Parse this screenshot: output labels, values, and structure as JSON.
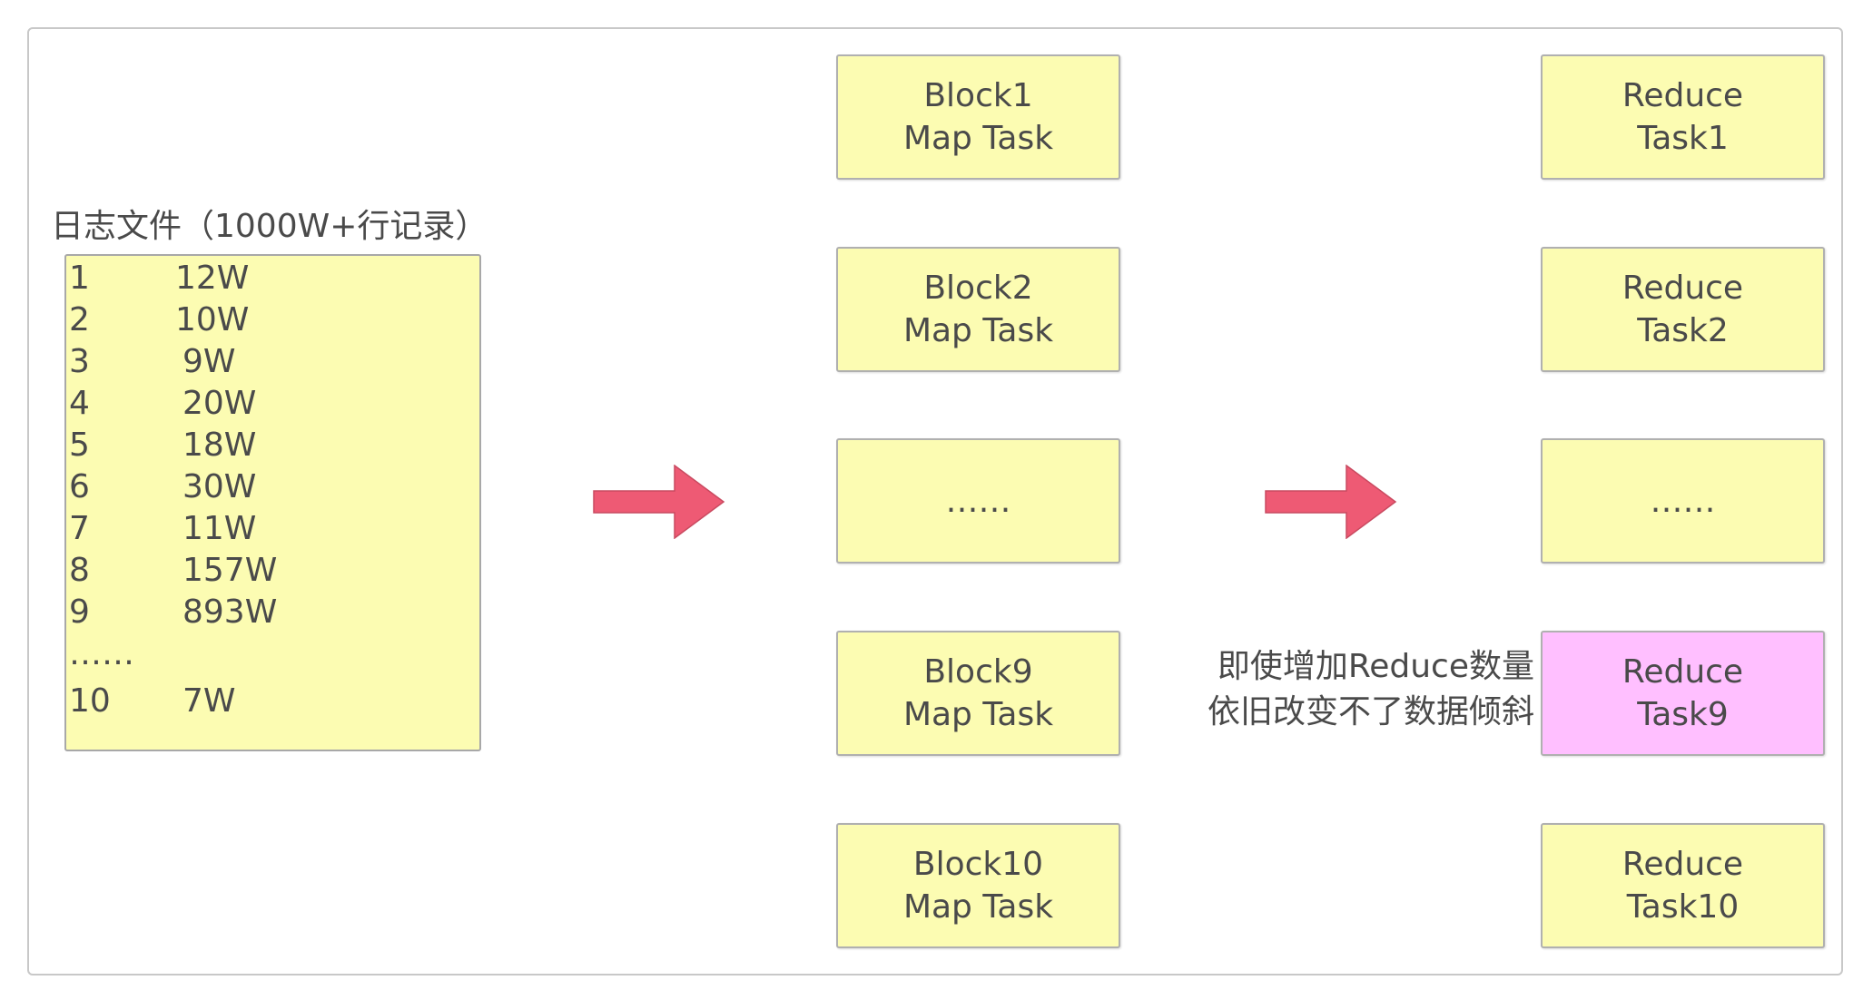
{
  "colors": {
    "block_fill": "#fcfcb2",
    "highlight_fill": "#ffbfff",
    "arrow": "#ee5a74",
    "border": "#b0b0b0"
  },
  "log_file": {
    "title": "日志文件（1000W+行记录）",
    "rows": [
      {
        "id": "1",
        "count": "12W"
      },
      {
        "id": "2",
        "count": "10W"
      },
      {
        "id": "3",
        "count": "9W"
      },
      {
        "id": "4",
        "count": "20W"
      },
      {
        "id": "5",
        "count": "18W"
      },
      {
        "id": "6",
        "count": "30W"
      },
      {
        "id": "7",
        "count": "11W"
      },
      {
        "id": "8",
        "count": "157W"
      },
      {
        "id": "9",
        "count": "893W"
      },
      {
        "id": "……",
        "count": ""
      },
      {
        "id": "10",
        "count": "7W"
      }
    ]
  },
  "map_tasks": [
    {
      "line1": "Block1",
      "line2": "Map Task"
    },
    {
      "line1": "Block2",
      "line2": "Map Task"
    },
    {
      "line1": "……",
      "line2": ""
    },
    {
      "line1": "Block9",
      "line2": "Map Task"
    },
    {
      "line1": "Block10",
      "line2": "Map Task"
    }
  ],
  "reduce_tasks": [
    {
      "line1": "Reduce",
      "line2": "Task1"
    },
    {
      "line1": "Reduce",
      "line2": "Task2"
    },
    {
      "line1": "……",
      "line2": ""
    },
    {
      "line1": "Reduce",
      "line2": "Task9"
    },
    {
      "line1": "Reduce",
      "line2": "Task10"
    }
  ],
  "note": {
    "line1": "即使增加Reduce数量",
    "line2": "依旧改变不了数据倾斜"
  }
}
